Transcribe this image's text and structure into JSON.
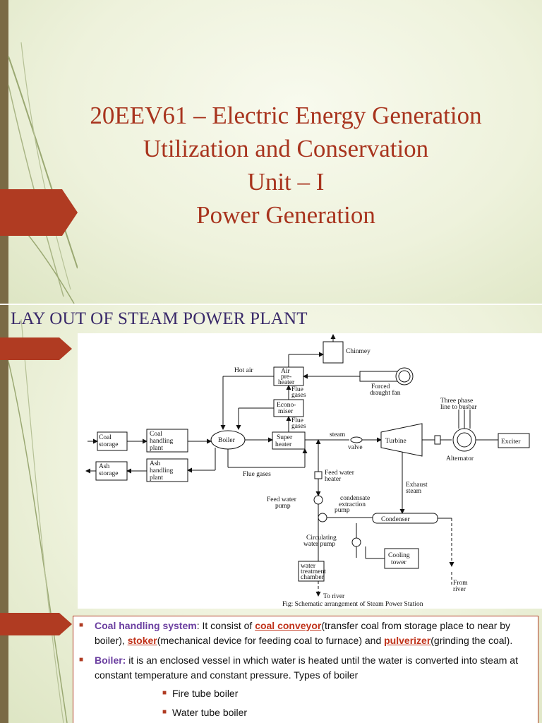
{
  "slide1": {
    "title_lines": [
      "20EEV61 – Electric Energy Generation",
      "Utilization and Conservation",
      "Unit – I",
      "Power Generation"
    ]
  },
  "slide2": {
    "heading": "LAY OUT OF STEAM POWER PLANT",
    "diagram": {
      "caption": "Fig: Schematic arrangement of Steam Power Station",
      "labels": {
        "chimney": "Chinmey",
        "hot_air": "Hot air",
        "air": "Air",
        "pre": "pre-",
        "heater": "heater",
        "flue": "Flue",
        "gases": "gases",
        "forced": "Forced",
        "draught_fan": "draught fan",
        "econo": "Econo-",
        "miser": "miser",
        "flue2": "Flue",
        "gases2": "gases",
        "three_phase": "Three phase",
        "line_to_busbar": "line to busbar",
        "coal": "Coal",
        "storage": "storage",
        "coal2": "Coal",
        "handling": "handling",
        "plant": "plant",
        "boiler": "Boiler",
        "super": "Super",
        "heater2": "heater",
        "steam": "steam",
        "valve": "valve",
        "turbine": "Turbine",
        "exciter": "Exciter",
        "alternator": "Alternator",
        "ash": "Ash",
        "storage2": "storage",
        "ash2": "Ash",
        "handling2": "handling",
        "plant2": "plant",
        "flue_gases": "Flue gases",
        "feed_water": "Feed water",
        "heater3": "heater",
        "exhaust": "Exhaust",
        "steam2": "steam",
        "feed_water2": "Feed water",
        "pump": "pump",
        "condensate": "condensate",
        "extraction": "extraction",
        "pump2": "pump",
        "condenser": "Condenser",
        "circulating": "Circulating",
        "water_pump": "water pump",
        "cooling": "Cooling",
        "tower": "tower",
        "water": "water",
        "treatment": "treatment",
        "chamber": "chamber",
        "to_river": "To river",
        "from": "From",
        "river": "river"
      }
    },
    "bullets": {
      "b1_term": "Coal handling system",
      "b1_t1": ": It consist of ",
      "b1_l1": "coal conveyor",
      "b1_t2": "(transfer coal from storage place to near by boiler), ",
      "b1_l2": "stoker",
      "b1_t3": "(mechanical device for feeding coal to furnace) and ",
      "b1_l3": "pulverizer",
      "b1_t4": "(grinding the coal).",
      "b2_term": "Boiler:",
      "b2_t1": " it is an enclosed vessel in which water is heated until the water is converted into steam at constant temperature and constant pressure. Types of boiler",
      "sub1": "Fire tube boiler",
      "sub2": "Water tube boiler"
    }
  }
}
